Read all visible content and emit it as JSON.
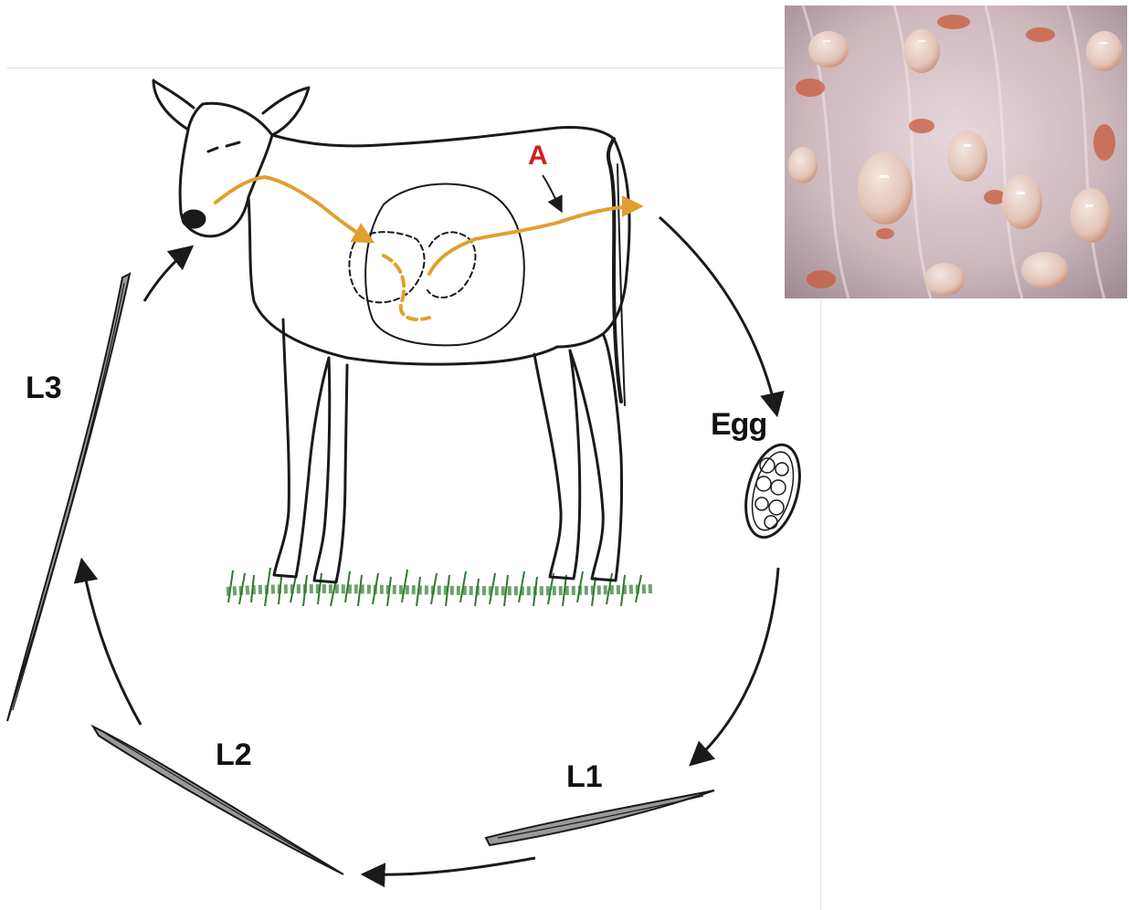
{
  "diagram": {
    "marker_label": "A",
    "stages": {
      "egg": "Egg",
      "l1": "L1",
      "l2": "L2",
      "l3": "L3"
    },
    "colors": {
      "line": "#1a1a1a",
      "migration_path": "#e0a030",
      "marker": "#d11f1f",
      "grass": "#2f7a2f"
    }
  },
  "photo": {
    "subject": "tissue-with-nodules",
    "colors": {
      "base": "#d9c5c8",
      "nodule": "#e7d2c8",
      "hemorrhage": "#c85a3a"
    }
  }
}
